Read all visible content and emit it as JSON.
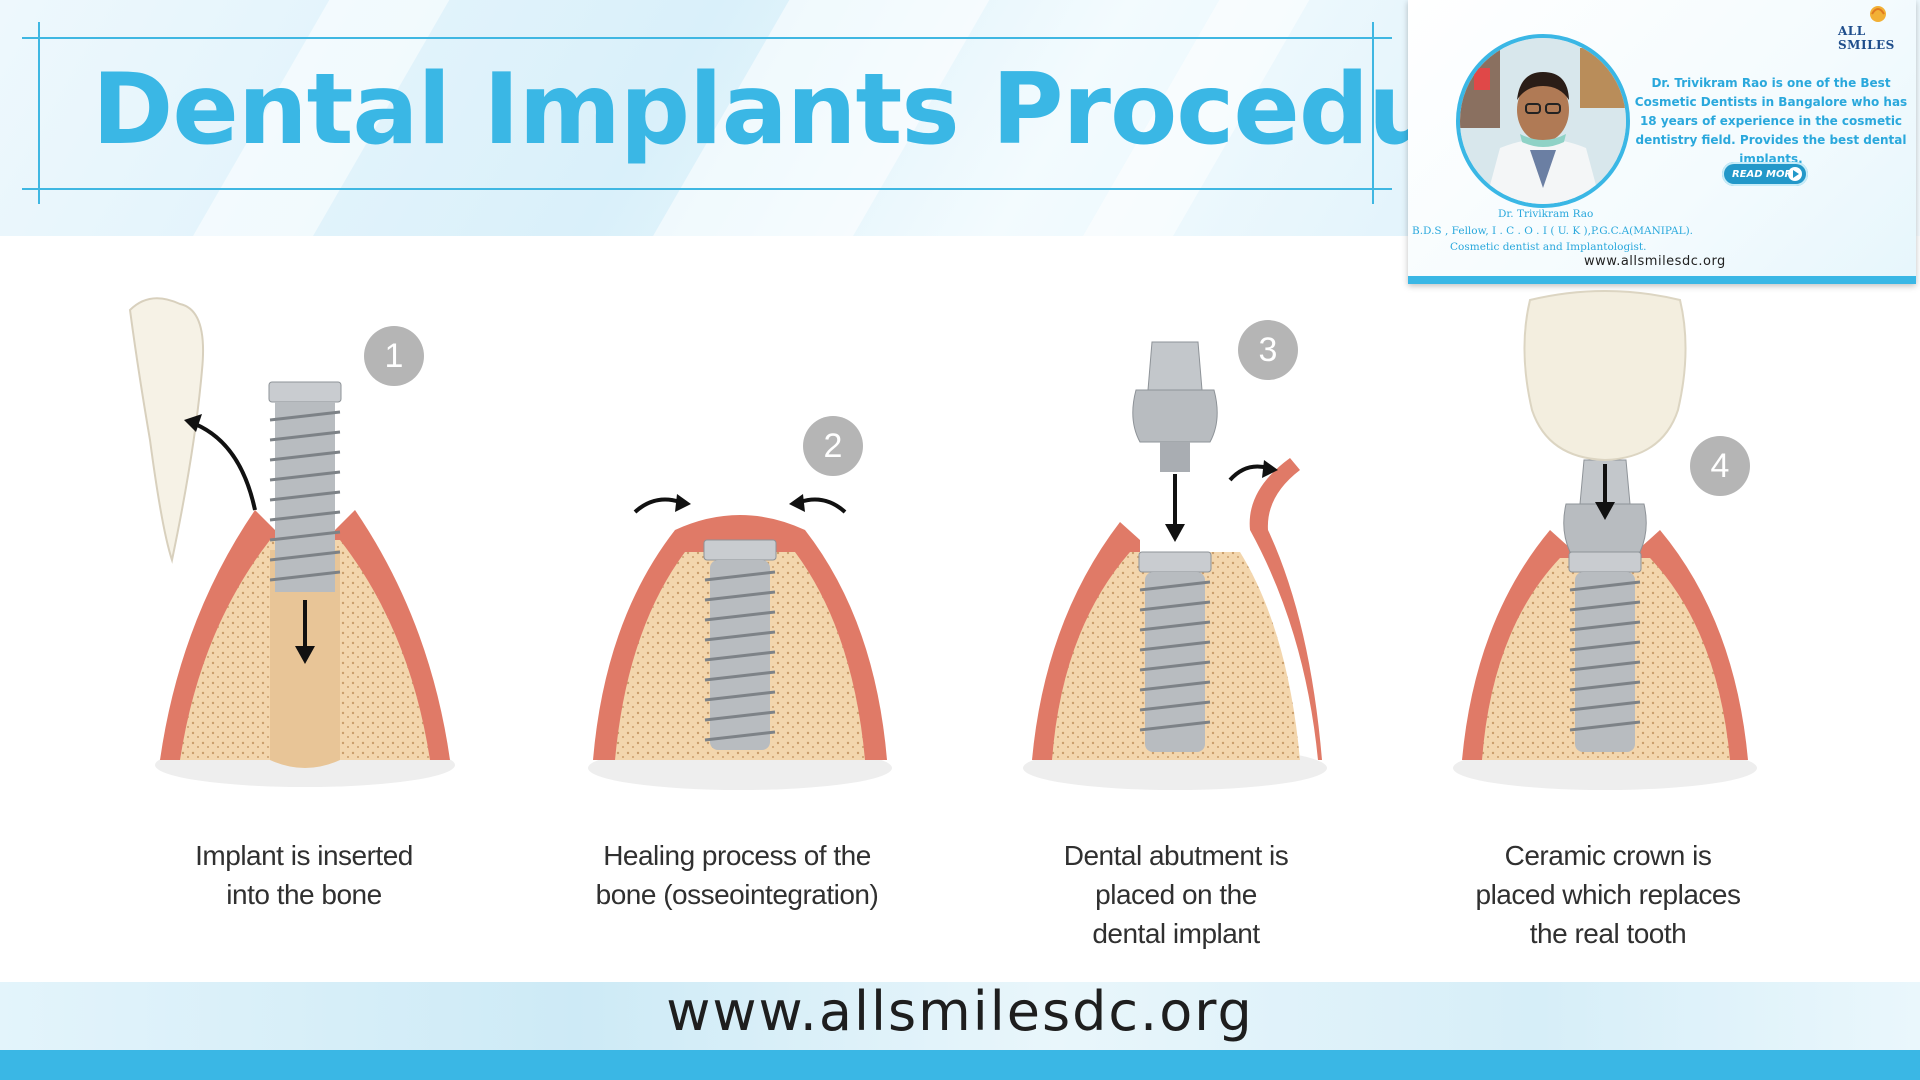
{
  "header": {
    "title": "Dental Implants Procedure"
  },
  "doctor_card": {
    "blurb": "Dr. Trivikram Rao is one of the Best Cosmetic Dentists in Bangalore who has 18 years of experience in the cosmetic dentistry field. Provides the best dental implants.",
    "read_more_label": "READ MORE",
    "doctor_name": "Dr. Trivikram Rao",
    "qualifications": "B.D.S , Fellow, I . C . O . I ( U. K ),P.G.C.A(MANIPAL).",
    "role": "Cosmetic dentist and Implantologist.",
    "url": "www.allsmilesdc.org",
    "logo_text": "ALL SMILES"
  },
  "steps": [
    {
      "number": "1",
      "caption_lines": [
        "Implant is inserted",
        "into the bone"
      ]
    },
    {
      "number": "2",
      "caption_lines": [
        "Healing process of the",
        "bone (osseointegration)"
      ]
    },
    {
      "number": "3",
      "caption_lines": [
        "Dental abutment is",
        "placed on the",
        "dental implant"
      ]
    },
    {
      "number": "4",
      "caption_lines": [
        "Ceramic crown is",
        "placed which replaces",
        "the real tooth"
      ]
    }
  ],
  "footer": {
    "url": "www.allsmilesdc.org"
  },
  "colors": {
    "brand_blue": "#3ab7e5",
    "gum": "#e07a67",
    "bone": "#f3d6ad",
    "metal": "#b8bcc0",
    "badge": "#b5b5b5"
  }
}
